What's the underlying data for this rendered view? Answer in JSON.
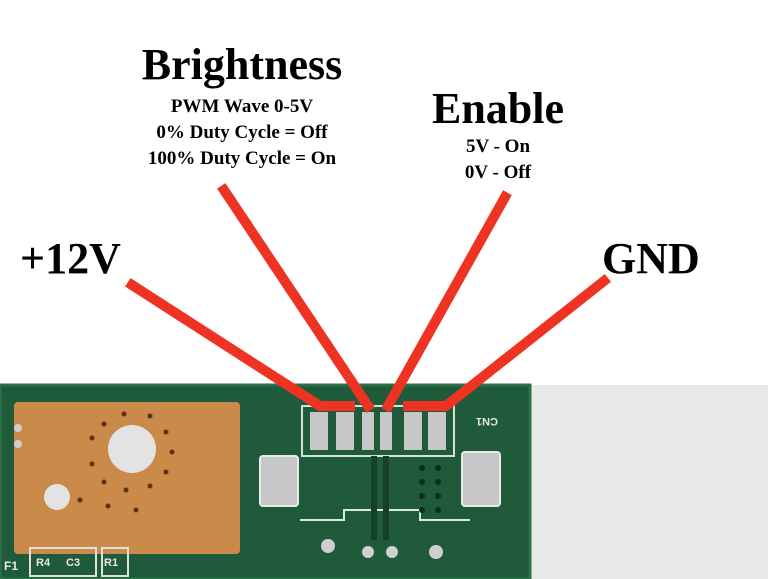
{
  "labels": {
    "brightness": {
      "title": "Brightness",
      "lines": [
        "PWM Wave 0-5V",
        "0% Duty Cycle = Off",
        "100% Duty Cycle = On"
      ]
    },
    "enable": {
      "title": "Enable",
      "lines": [
        "5V - On",
        "0V - Off"
      ]
    },
    "power": {
      "title": "+12V"
    },
    "ground": {
      "title": "GND"
    }
  },
  "board": {
    "connector_label": "CN1",
    "silkscreen": [
      "F1",
      "R4",
      "C3",
      "R1"
    ]
  },
  "colors": {
    "leader_line": "#ee3322",
    "pcb_green": "#1f5a3a",
    "copper_pad": "#c98a4a",
    "background": "#ffffff"
  }
}
